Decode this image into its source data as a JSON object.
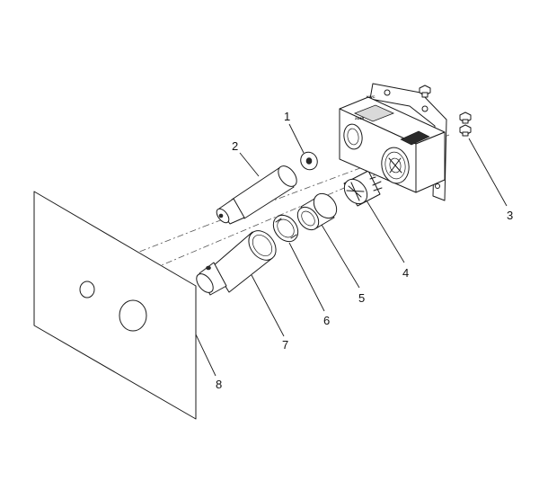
{
  "diagram": {
    "callouts": [
      "1",
      "2",
      "3",
      "4",
      "5",
      "6",
      "7",
      "8"
    ],
    "body_marks": [
      "KWC",
      "24/55"
    ]
  }
}
